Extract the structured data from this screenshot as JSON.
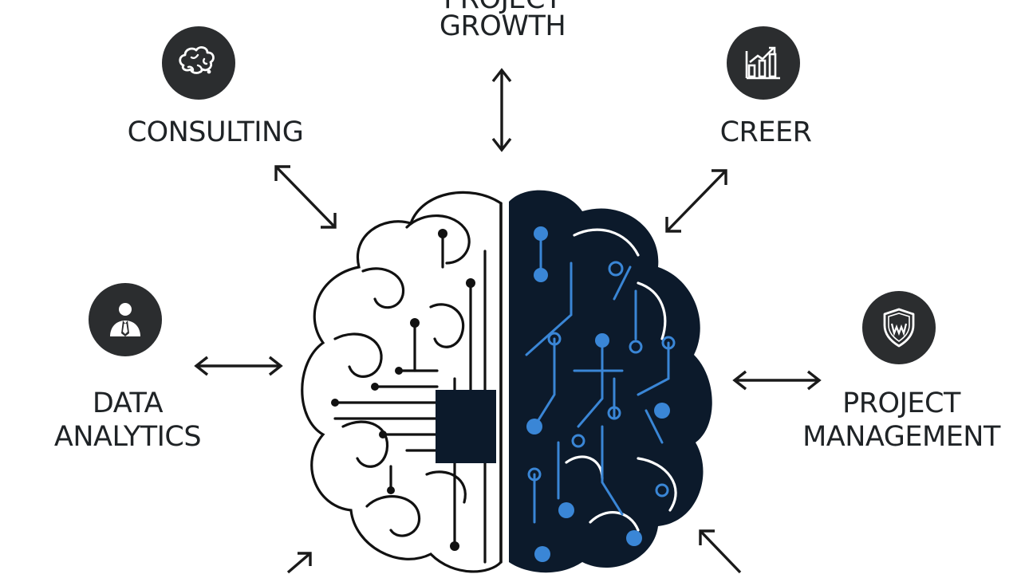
{
  "labels": {
    "top_partial": "PROJECT",
    "growth": "GROWTH",
    "consulting": "CONSULTING",
    "creer": "CREER",
    "data_analytics_1": "DATA",
    "data_analytics_2": "ANALYTICS",
    "project_management_1": "PROJECT",
    "project_management_2": "MANAGEMENT"
  },
  "icons": {
    "consulting": "brain-outline-icon",
    "creer": "bar-chart-growth-icon",
    "data_analytics": "businessman-icon",
    "project_management": "shield-icon",
    "arrows": "double-arrow-icon",
    "brain": "circuit-brain-icon"
  },
  "colors": {
    "text": "#1f2326",
    "icon_bg": "#2b2d2f",
    "brain_dark": "#0c1a2b",
    "circuit_blue": "#3a86d6",
    "line": "#1a1a1a"
  }
}
